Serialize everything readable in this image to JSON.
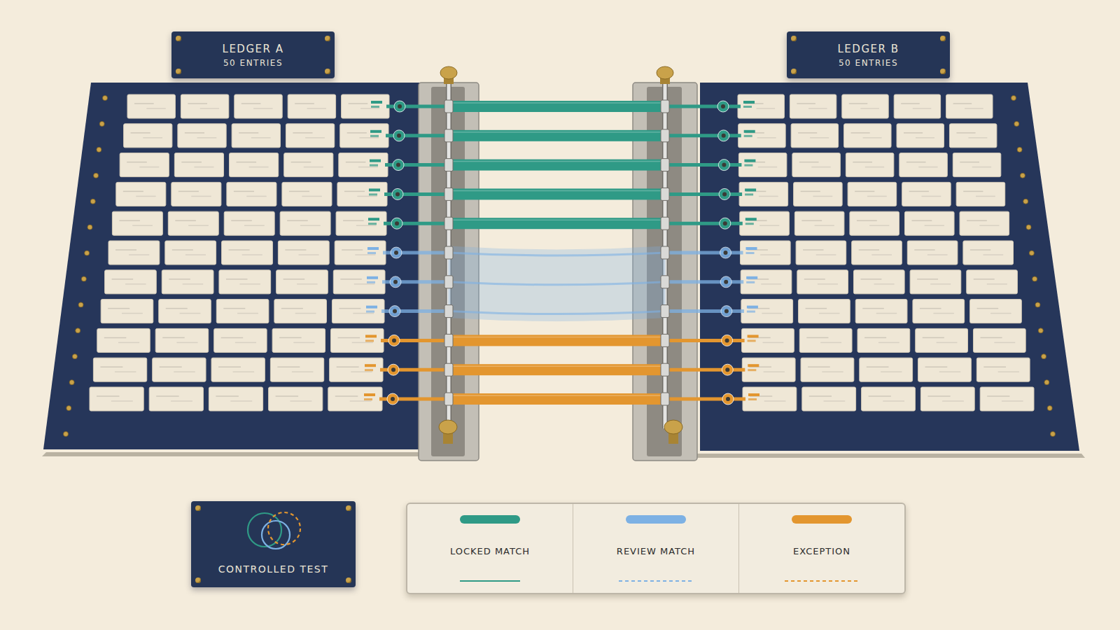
{
  "diagram": {
    "nodes": [
      {
        "text": [
          "LEDGER A",
          "50 ENTRIES"
        ]
      },
      {
        "text": [
          "LEDGER B",
          "50 ENTRIES"
        ]
      },
      {
        "text": [
          "CONTROLLED TEST"
        ]
      }
    ],
    "legend": [
      {
        "text": "LOCKED MATCH",
        "color": "#2f9a86"
      },
      {
        "text": "REVIEW MATCH",
        "color": "#7db1e4"
      },
      {
        "text": "EXCEPTION",
        "color": "#e3962f"
      }
    ]
  }
}
